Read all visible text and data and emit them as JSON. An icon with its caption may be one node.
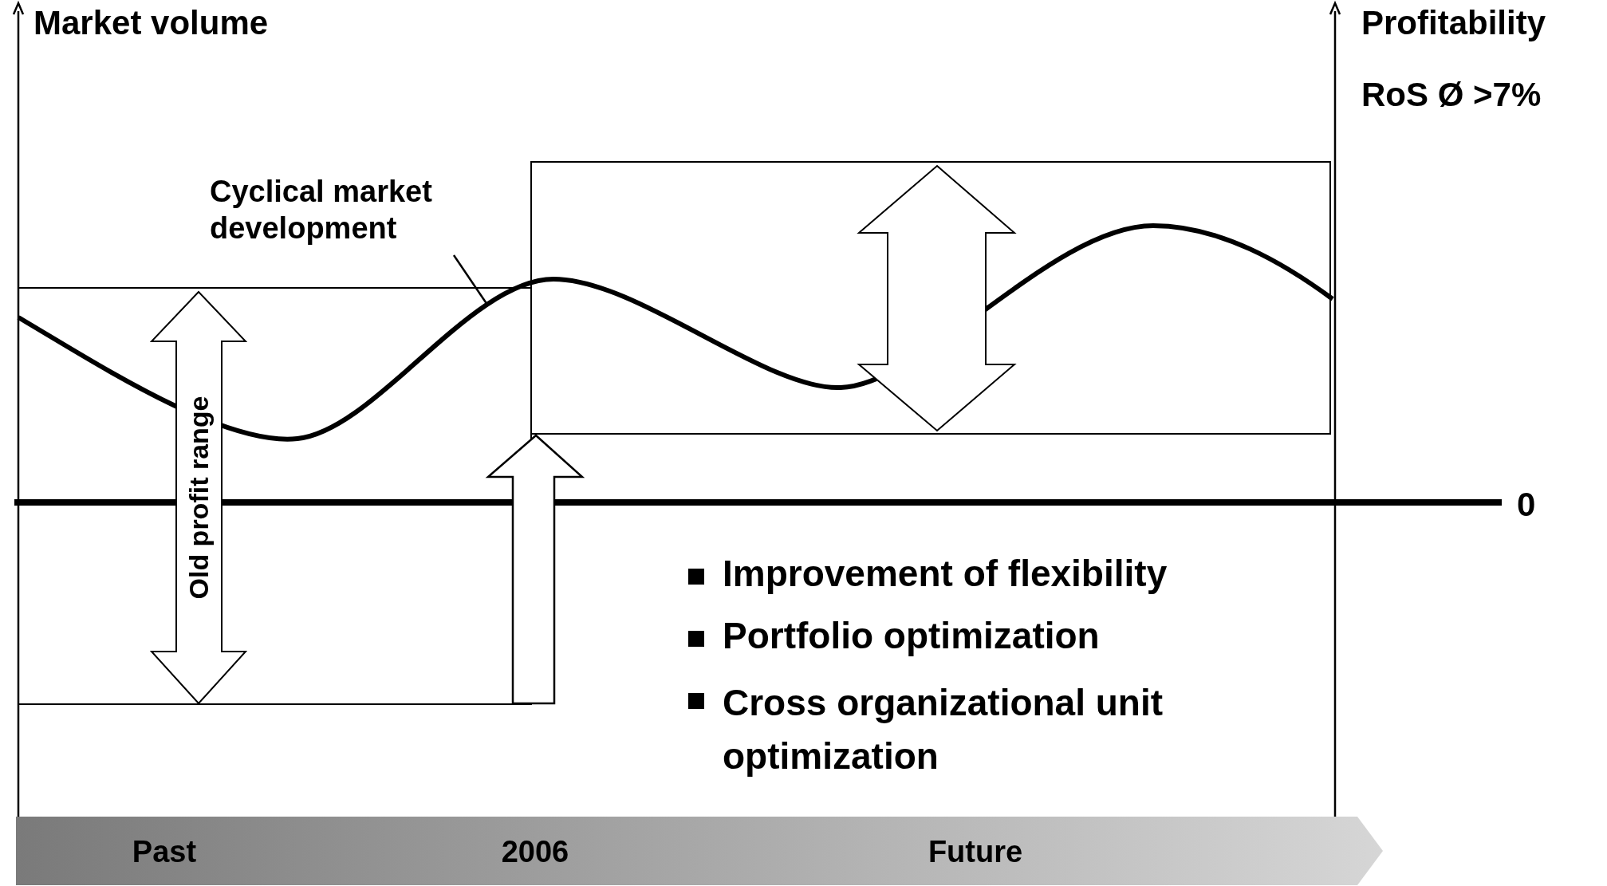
{
  "diagram": {
    "nodes": [
      {
        "text": [
          "Cyclical market development"
        ]
      },
      {
        "text": [],
        "shape": "line"
      },
      {
        "text": [
          "Old profit range"
        ]
      },
      {
        "text": [
          "Past",
          "2006",
          "Future"
        ]
      }
    ],
    "edges": [
      {
        "from": 0,
        "to": 1,
        "arrow": "none"
      }
    ],
    "labels": [
      "Market volume",
      "Profitability",
      "RoS Ø >7%",
      "0",
      "Improvement of flexibility",
      "Portfolio optimization",
      "Cross organizational unit optimization"
    ]
  }
}
